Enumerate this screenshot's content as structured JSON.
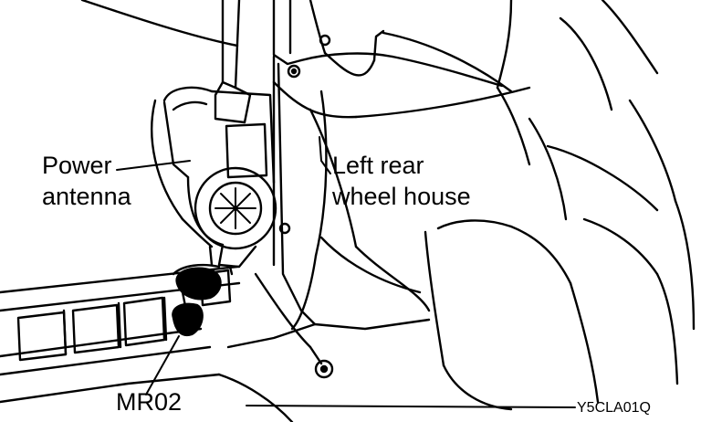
{
  "labels": {
    "power_antenna_line1": "Power",
    "power_antenna_line2": "antenna",
    "wheel_house_line1": "Left rear",
    "wheel_house_line2": "wheel house",
    "connector": "MR02",
    "figure_code": "Y5CLA01Q"
  },
  "colors": {
    "ink": "#000000",
    "paper": "#ffffff"
  }
}
